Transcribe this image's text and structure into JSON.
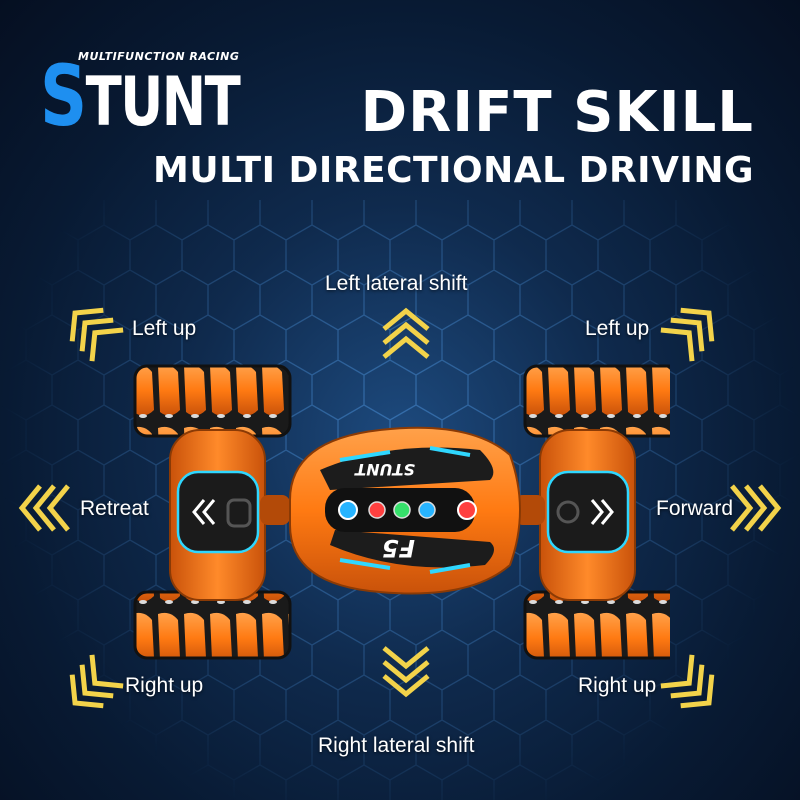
{
  "logo": {
    "small": "MULTIFUNCTION RACING",
    "big_s": "S",
    "big_rest": "TUNT"
  },
  "headline": {
    "line1": "DRIFT SKILL",
    "line2": "MULTI DIRECTIONAL DRIVING"
  },
  "directions": {
    "left_lateral_shift": "Left lateral shift",
    "left_up_left": "Left up",
    "left_up_right": "Left up",
    "retreat": "Retreat",
    "forward": "Forward",
    "right_up_left": "Right up",
    "right_up_right": "Right up",
    "right_lateral_shift": "Right lateral shift"
  },
  "car": {
    "logo_text": "STUNT",
    "model_text": "F5"
  },
  "colors": {
    "arrow": "#f3d34a",
    "body": "#ff7a12",
    "accent_blue": "#1e8ff0",
    "led_blue": "#27b4ff",
    "led_red": "#ff4040",
    "led_green": "#36e06b"
  },
  "icons": [
    "chevron-arrow-icon"
  ]
}
